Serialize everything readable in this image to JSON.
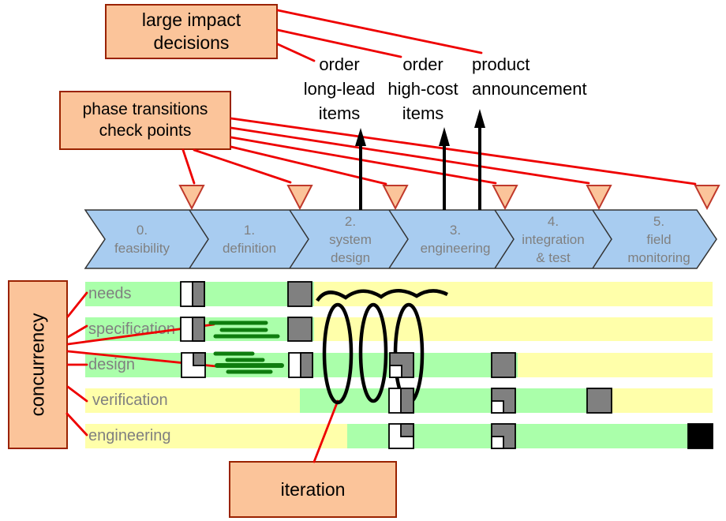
{
  "boxes": {
    "large_impact": "large impact\ndecisions",
    "phase_checkpoints": "phase transitions\ncheck points",
    "concurrency": "concurrency",
    "iteration": "iteration"
  },
  "milestones": [
    {
      "text": "order\nlong-lead\nitems"
    },
    {
      "text": "order\nhigh-cost\nitems"
    },
    {
      "text": "product\nannouncement"
    }
  ],
  "phases": [
    {
      "num": "0.",
      "name": "feasibility"
    },
    {
      "num": "1.",
      "name": "definition"
    },
    {
      "num": "2.",
      "name": "system\ndesign"
    },
    {
      "num": "3.",
      "name": "engineering"
    },
    {
      "num": "4.",
      "name": "integration\n& test"
    },
    {
      "num": "5.",
      "name": "field\nmonitoring"
    }
  ],
  "checkpoint_triangle_count": 6,
  "rows": [
    {
      "label": "needs",
      "markers": [
        "left-half-gray",
        "full-gray"
      ]
    },
    {
      "label": "specification",
      "markers": [
        "left-half-gray",
        "full-gray"
      ],
      "task_lines": 3
    },
    {
      "label": "design",
      "markers": [
        "top-right-quarter-gray",
        "left-half-gray",
        "three-quarter-gray",
        "full-gray"
      ],
      "task_lines": 4
    },
    {
      "label": "verification",
      "markers": [
        "left-half-gray",
        "three-quarter-gray",
        "full-gray"
      ]
    },
    {
      "label": "engineering",
      "markers": [
        "top-right-quarter-gray",
        "three-quarter-gray",
        "full-black"
      ]
    }
  ],
  "colors": {
    "box_fill": "#FBC49A",
    "box_border": "#9A2200",
    "triangle_fill": "#FBC49A",
    "triangle_border": "#C0392B",
    "phase_bar_fill": "#A8CCF0",
    "active_green": "#AAFFAA",
    "inactive_yellow": "#FFFFAA",
    "task_line_green": "#0E7D0E",
    "connector_red": "#EE0000",
    "marker_gray": "#808080",
    "label_gray": "#808080"
  }
}
